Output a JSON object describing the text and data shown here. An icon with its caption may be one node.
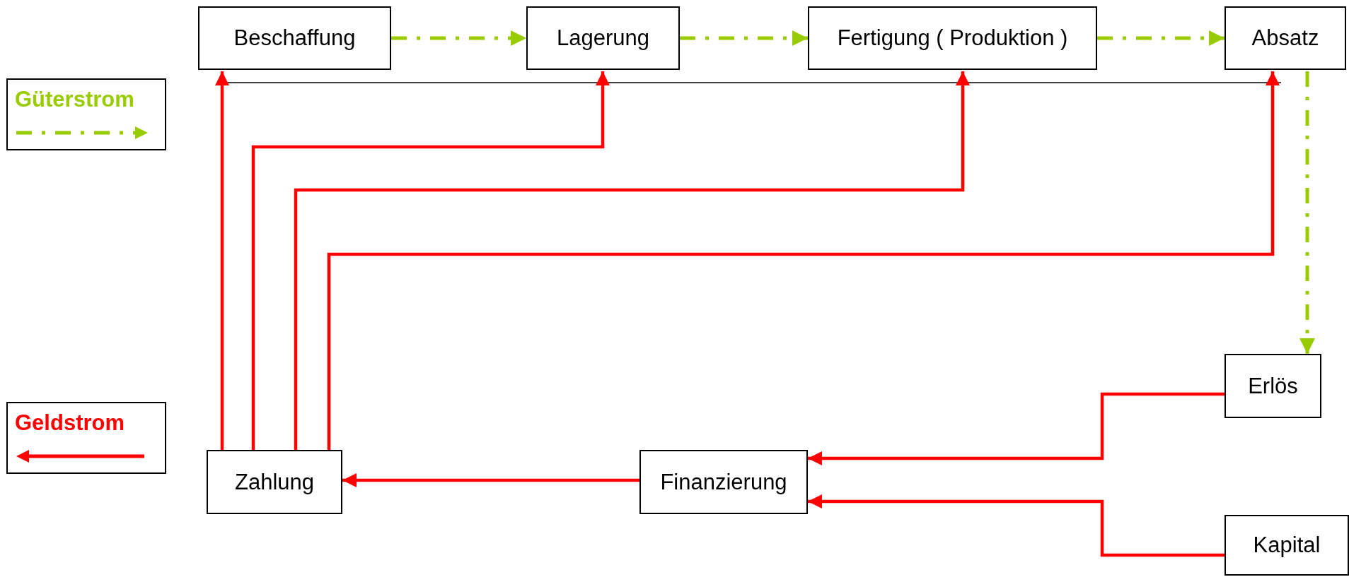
{
  "diagram": {
    "nodes": [
      {
        "text": [
          "Beschaffung"
        ]
      },
      {
        "text": [
          "Lagerung"
        ]
      },
      {
        "text": [
          "Fertigung ( Produktion )"
        ]
      },
      {
        "text": [
          "Absatz"
        ]
      },
      {
        "text": [
          "Erlös"
        ]
      },
      {
        "text": [
          "Zahlung"
        ]
      },
      {
        "text": [
          "Finanzierung"
        ]
      },
      {
        "text": [
          "Kapital"
        ]
      }
    ],
    "edges": [
      {
        "from": 0,
        "to": 1,
        "arrow": "to",
        "style": "dashed",
        "color": "#99cc00"
      },
      {
        "from": 1,
        "to": 2,
        "arrow": "to",
        "style": "dashed",
        "color": "#99cc00"
      },
      {
        "from": 2,
        "to": 3,
        "arrow": "to",
        "style": "dashed",
        "color": "#99cc00"
      },
      {
        "from": 3,
        "to": 4,
        "arrow": "to",
        "style": "dashed",
        "color": "#99cc00"
      },
      {
        "from": 5,
        "to": 0,
        "arrow": "to"
      },
      {
        "from": 5,
        "to": 1,
        "arrow": "to"
      },
      {
        "from": 5,
        "to": 2,
        "arrow": "to"
      },
      {
        "from": 5,
        "to": 3,
        "arrow": "to"
      },
      {
        "from": 4,
        "to": 6,
        "arrow": "to"
      },
      {
        "from": 7,
        "to": 6,
        "arrow": "to"
      },
      {
        "from": 6,
        "to": 5,
        "arrow": "to"
      }
    ],
    "legend": [
      {
        "text": "Güterstrom"
      },
      {
        "text": "Geldstrom"
      }
    ]
  }
}
